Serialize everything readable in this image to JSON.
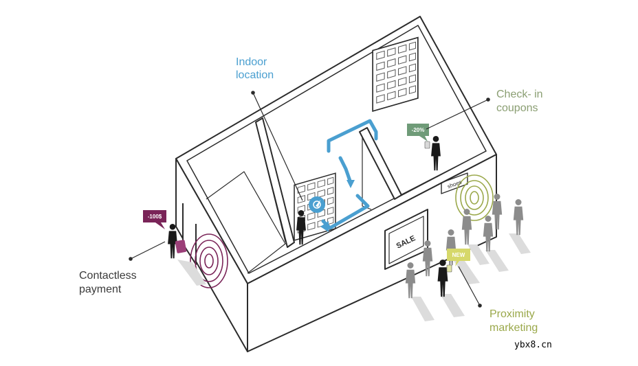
{
  "labels": {
    "indoor_location": [
      "Indoor",
      "location"
    ],
    "check_in_coupons": [
      "Check- in",
      "coupons"
    ],
    "contactless_payment": [
      "Contactless",
      "payment"
    ],
    "proximity_marketing": [
      "Proximity",
      "marketing"
    ]
  },
  "tags": {
    "discount_money": "-100$",
    "discount_percent": "-20%",
    "new_badge": "NEW"
  },
  "signs": {
    "sale": "SALE",
    "shoes": "shoes"
  },
  "watermark": "ybx8.cn",
  "colors": {
    "outline": "#2b2b2b",
    "indoor_blue": "#4a9fd0",
    "checkin_green": "#8a9e72",
    "payment_purple": "#7a2458",
    "proximity_olive": "#9aa84a",
    "badge_green": "#6f9b78",
    "label_dark": "#3a3a3a"
  }
}
